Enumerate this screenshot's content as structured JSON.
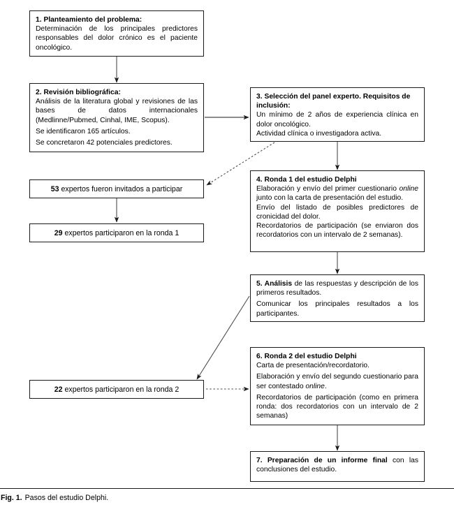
{
  "figure": {
    "caption_label": "Fig. 1.",
    "caption_text": "Pasos del estudio Delphi."
  },
  "nodes": {
    "step1": {
      "title": "1. Planteamiento del problema:",
      "body": "Determinación de los principales predictores responsables del dolor crónico es el paciente oncológico."
    },
    "step2": {
      "title": "2. Revisión bibliográfica:",
      "body1": "Análisis de la literatura global y revisiones de las bases de datos internacionales (Medlinne/Pubmed, Cinhal, IME, Scopus).",
      "body2": "Se identificaron 165 artículos.",
      "body3": "Se concretaron 42 potenciales predictores."
    },
    "step3": {
      "title": "3. Selección del panel experto. Requisitos de inclusión:",
      "body1": "Un mínimo de 2 años de experiencia clínica en dolor oncológico.",
      "body2": "Actividad clínica o investigadora activa."
    },
    "step4": {
      "title": "4. Ronda 1 del estudio Delphi",
      "body1_a": "Elaboración y envío del primer cuestionario ",
      "body1_em": "online",
      "body1_b": " junto con la carta de presentación del estudio.",
      "body2": "Envío del listado de posibles predictores de cronicidad del dolor.",
      "body3": "Recordatorios de participación (se enviaron dos recordatorios con un intervalo de 2 semanas)."
    },
    "step5": {
      "title": "5. Análisis",
      "body1": " de las respuestas y descripción de los primeros resultados.",
      "body2": "Comunicar los principales resultados a los participantes."
    },
    "step6": {
      "title": "6. Ronda 2 del estudio Delphi",
      "body1": "Carta de presentación/recordatorio.",
      "body2_a": "Elaboración y envío del segundo cuestionario para ser contestado ",
      "body2_em": "online",
      "body2_b": ".",
      "body3": "Recordatorios de participación (como en primera ronda: dos recordatorios con un intervalo de 2 semanas)"
    },
    "step7": {
      "title": "7. Preparación de un informe final",
      "body": " con las conclusiones del estudio."
    }
  },
  "tallies": {
    "invited": {
      "number": "53",
      "label": "expertos fueron invitados a participar"
    },
    "round1": {
      "number": "29",
      "label": "expertos participaron en la ronda 1"
    },
    "round2": {
      "number": "22",
      "label": "expertos participaron en la ronda 2"
    }
  },
  "colors": {
    "stroke": "#1a1a1a",
    "fill": "#ffffff",
    "text": "#000000"
  }
}
